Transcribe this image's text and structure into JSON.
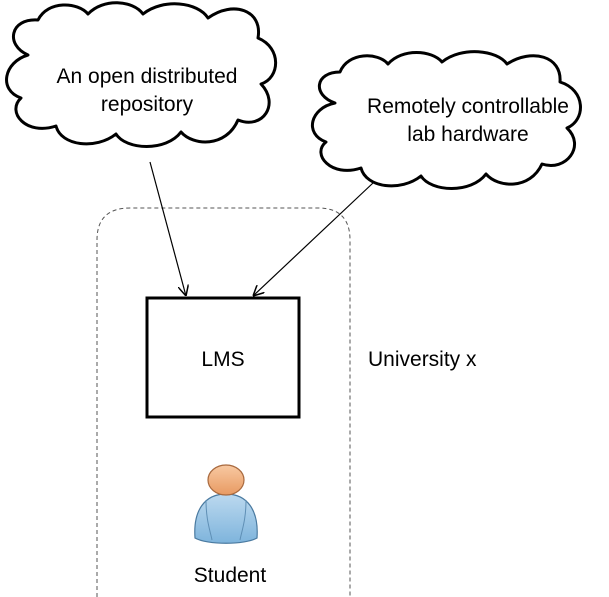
{
  "clouds": {
    "repository": {
      "line1": "An open distributed",
      "line2": "repository"
    },
    "hardware": {
      "line1": "Remotely controllable",
      "line2": "lab hardware"
    }
  },
  "university": {
    "label": "University x"
  },
  "lms": {
    "label": "LMS"
  },
  "student": {
    "label": "Student",
    "icon": "student-icon"
  },
  "colors": {
    "stroke": "#000000",
    "boundary": "#555555",
    "head": "#f4b183",
    "body": "#9dc3e6"
  }
}
